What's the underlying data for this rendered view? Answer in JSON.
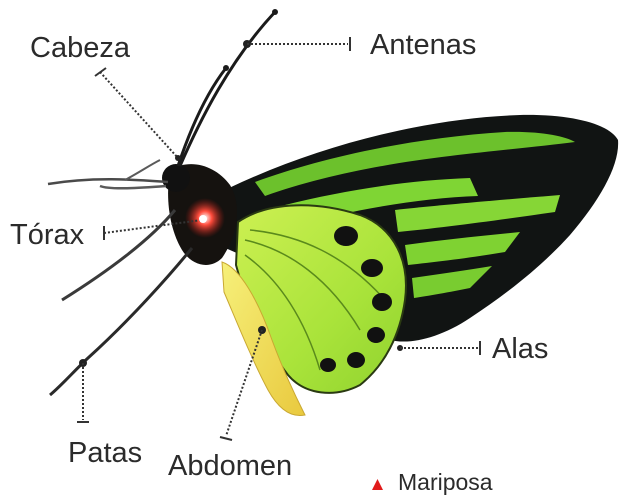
{
  "labels": {
    "cabeza": "Cabeza",
    "antenas": "Antenas",
    "torax": "Tórax",
    "alas": "Alas",
    "patas": "Patas",
    "abdomen": "Abdomen"
  },
  "legend": {
    "marker": "triangle",
    "marker_color": "#e11b1b",
    "text": "Mariposa"
  },
  "colors": {
    "wing_black": "#101312",
    "wing_green": "#7ed431",
    "hindwing_green": "#b6e83b",
    "abdomen_yellow": "#f0e254",
    "thorax_red": "#d0241c"
  }
}
